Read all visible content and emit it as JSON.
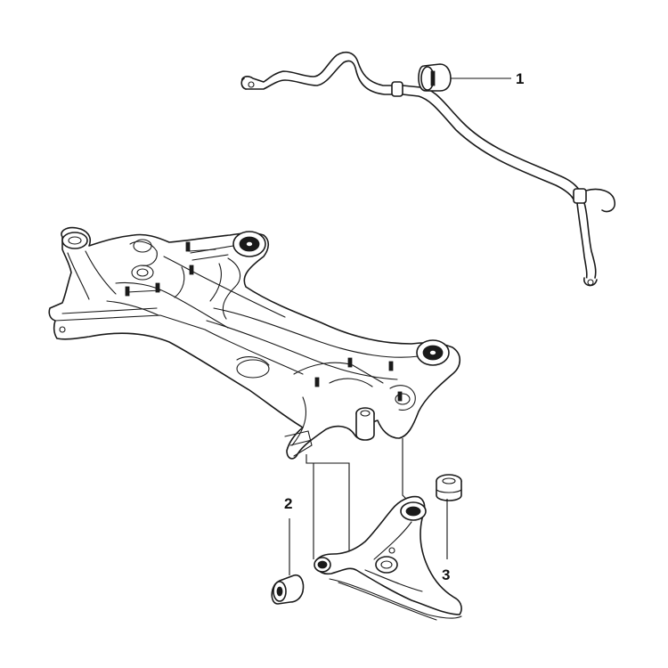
{
  "diagram": {
    "callouts": [
      {
        "id": "1",
        "label": "1"
      },
      {
        "id": "2",
        "label": "2"
      },
      {
        "id": "3",
        "label": "3"
      }
    ],
    "colors": {
      "line": "#1a1a1a",
      "background": "#ffffff"
    },
    "parts": [
      {
        "name": "stabilizer-bar",
        "icon": "stabilizer-bar-icon"
      },
      {
        "name": "stabilizer-bushing",
        "icon": "bushing-icon",
        "callout": "1"
      },
      {
        "name": "subframe",
        "icon": "subframe-icon"
      },
      {
        "name": "lower-control-arm",
        "icon": "control-arm-icon"
      },
      {
        "name": "front-arm-bushing",
        "icon": "bushing-icon",
        "callout": "2"
      },
      {
        "name": "rear-arm-bushing",
        "icon": "bushing-icon",
        "callout": "3"
      }
    ]
  }
}
